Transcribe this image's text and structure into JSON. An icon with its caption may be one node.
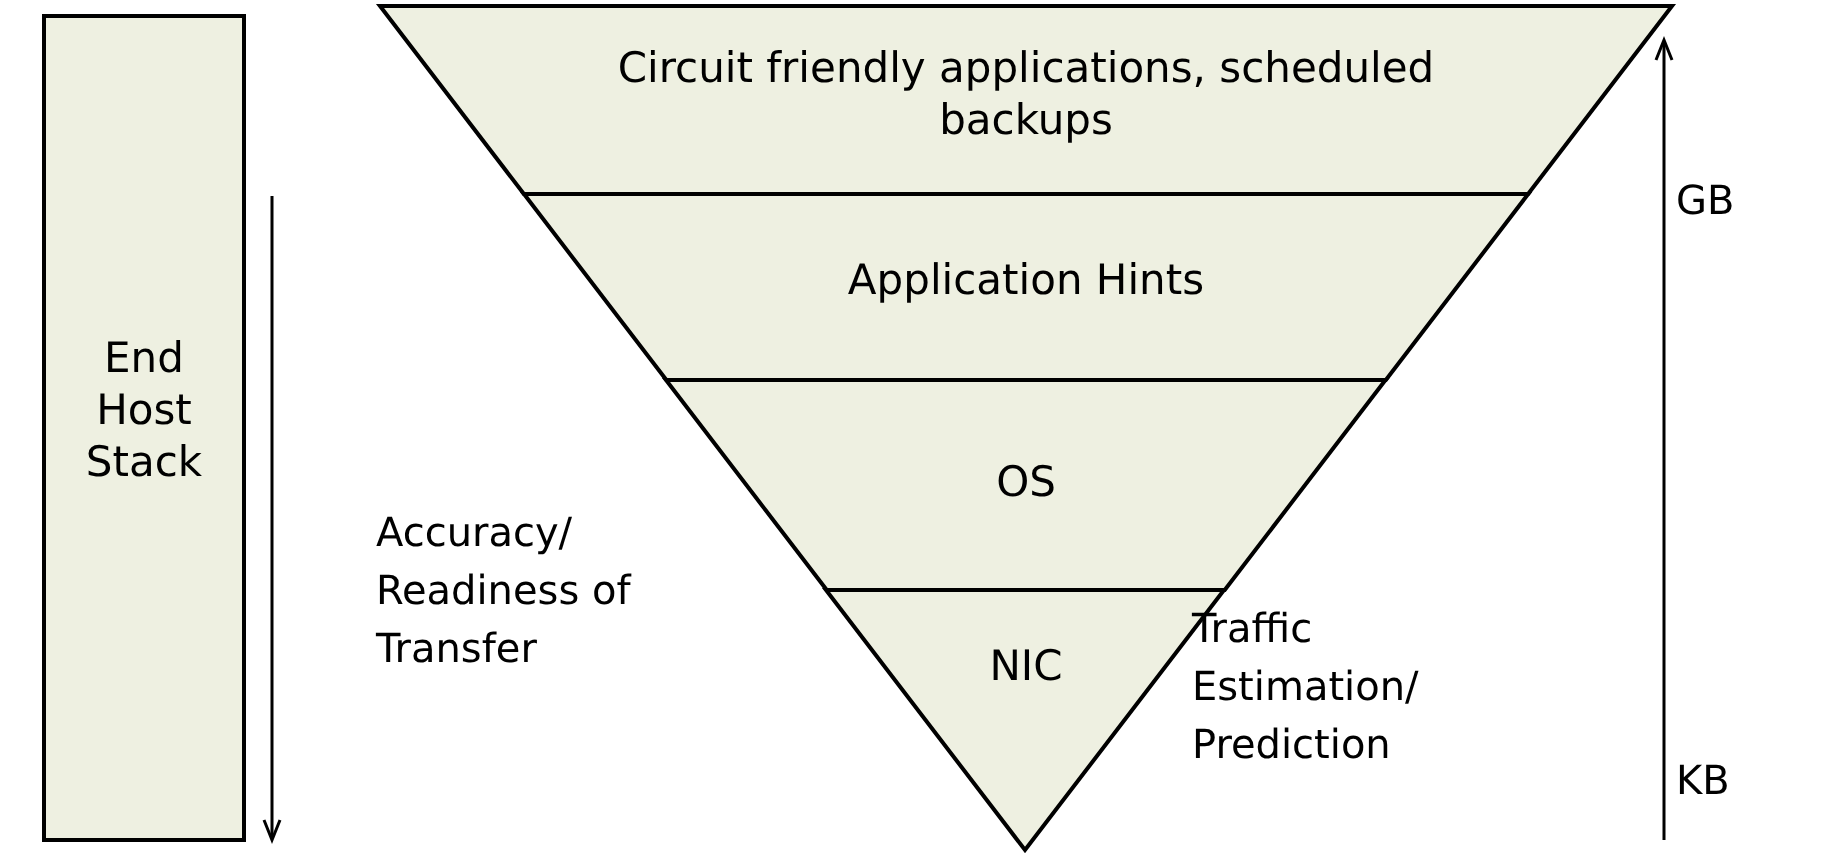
{
  "diagram": {
    "nodes": [
      {
        "text": [
          "End Host Stack"
        ]
      },
      {
        "text": [
          "Circuit friendly applications, scheduled backups"
        ]
      },
      {
        "text": [
          "Application Hints"
        ]
      },
      {
        "text": [
          "OS"
        ]
      },
      {
        "text": [
          "NIC"
        ]
      }
    ],
    "labels": [
      "Accuracy/ Readiness of Transfer",
      "GB",
      "Traffic Estimation/ Prediction",
      "KB"
    ]
  }
}
